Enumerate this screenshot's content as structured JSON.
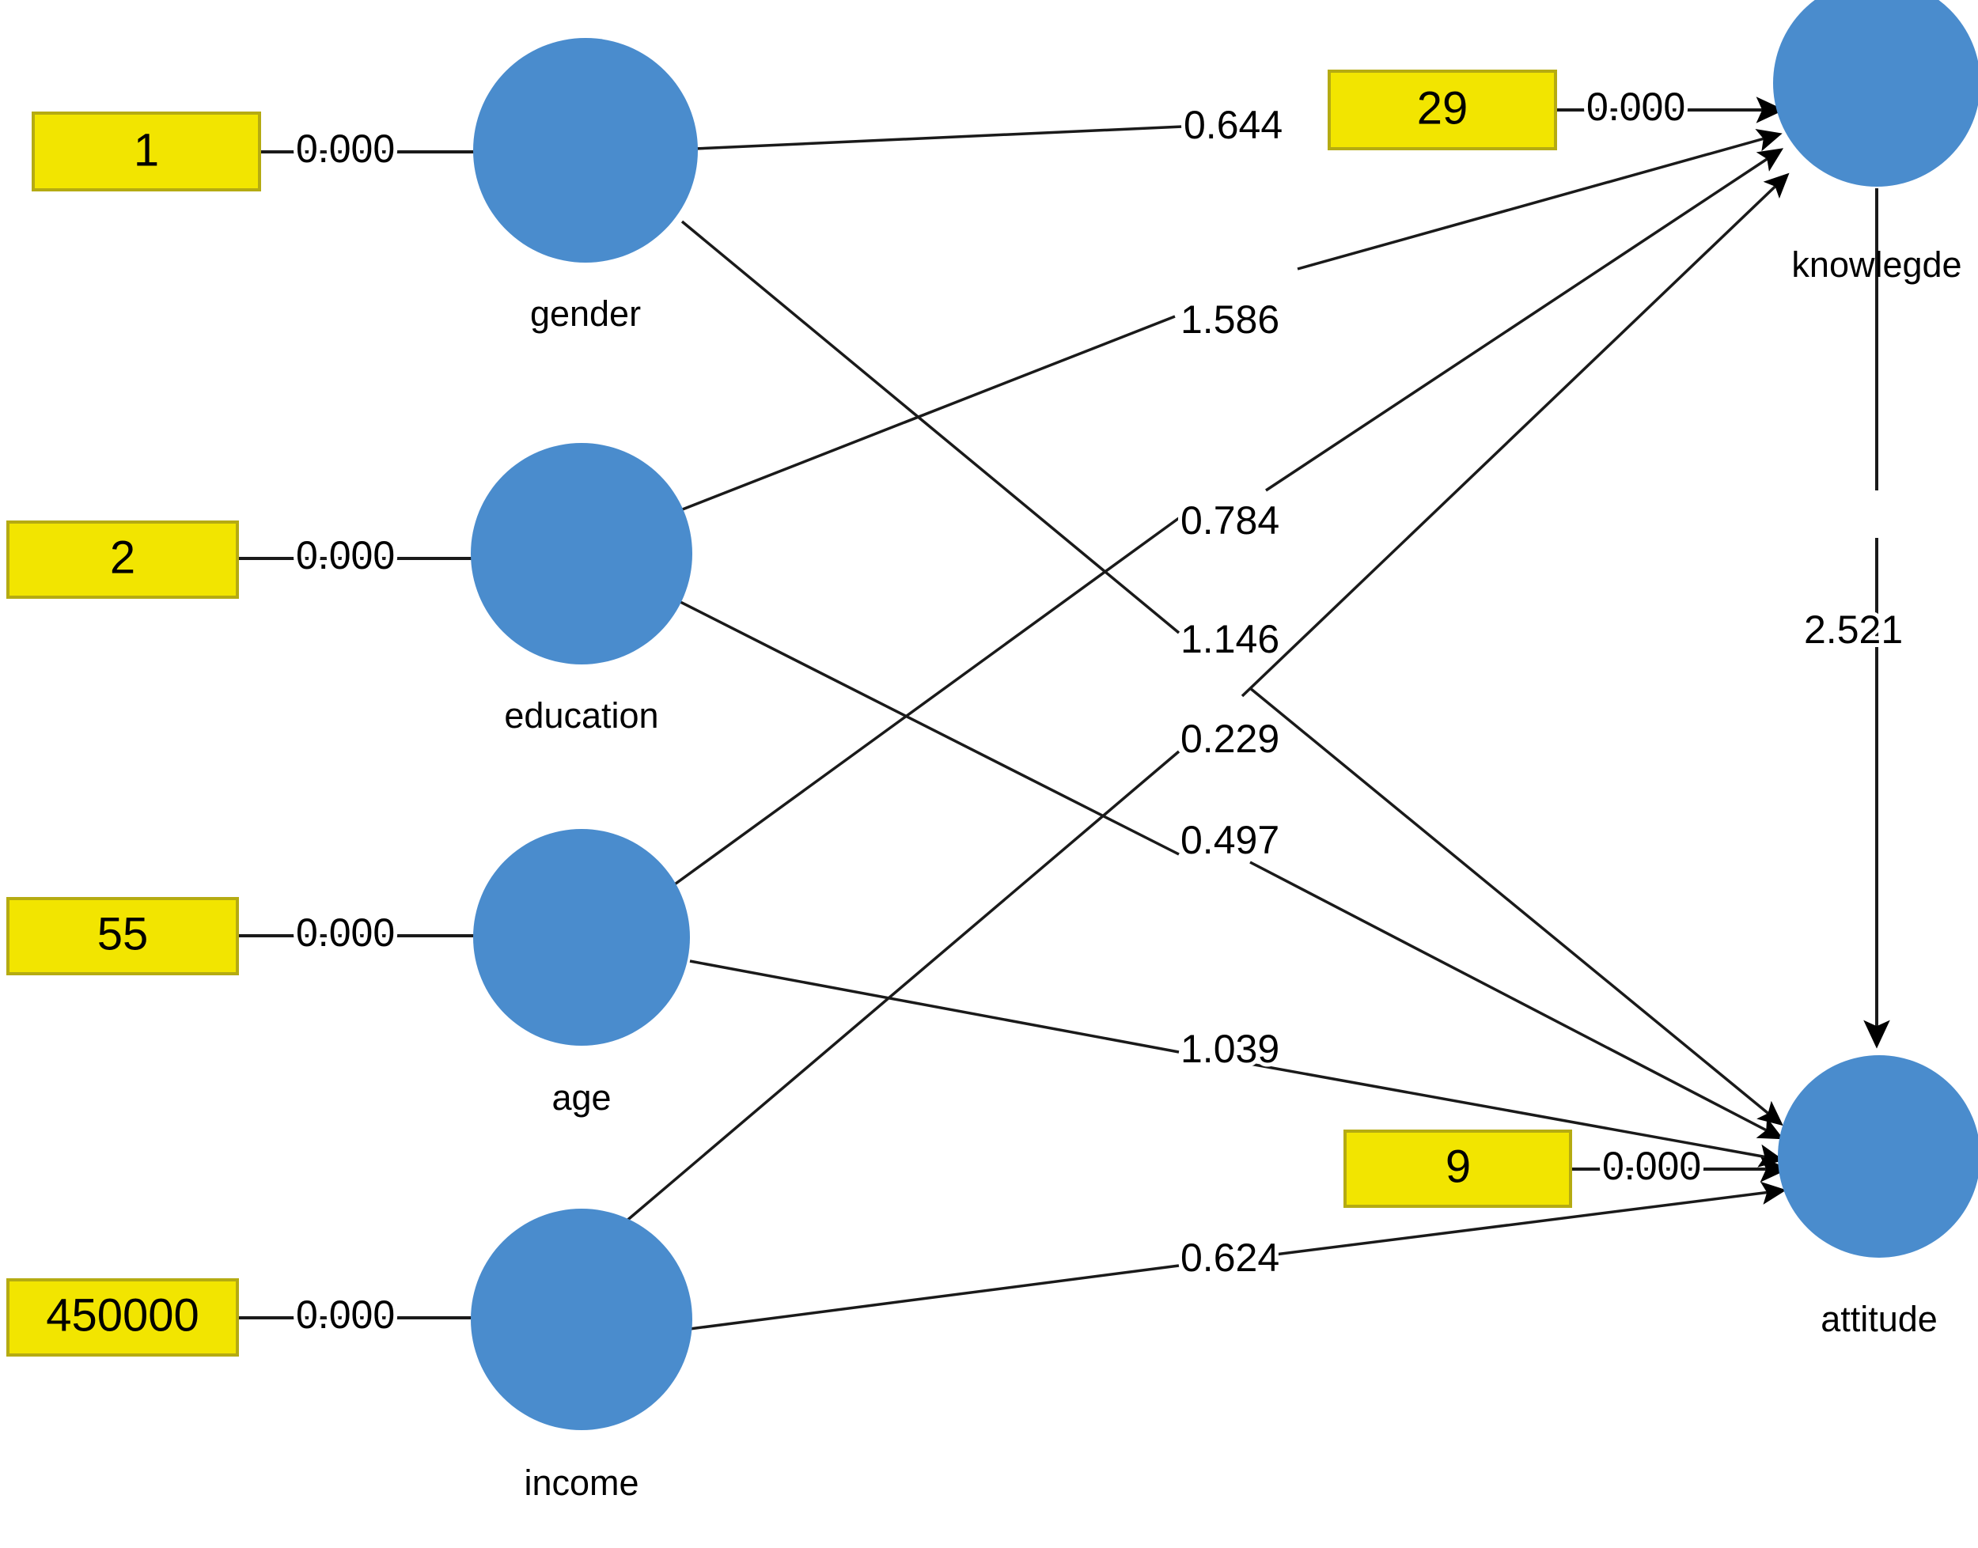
{
  "diagram": {
    "type": "path-diagram",
    "title": "",
    "background_color": "#ffffff",
    "node_fill_color": "#4a8ccd",
    "box_fill_color": "#f2e500",
    "box_border_color": "#b5ab12",
    "edge_color": "#1a1a1a",
    "latent_nodes": [
      {
        "id": "gender",
        "label": "gender"
      },
      {
        "id": "education",
        "label": "education"
      },
      {
        "id": "age",
        "label": "age"
      },
      {
        "id": "income",
        "label": "income"
      },
      {
        "id": "knowlegde",
        "label": "knowlegde"
      },
      {
        "id": "attitude",
        "label": "attitude"
      }
    ],
    "value_boxes": [
      {
        "id": "box-gender",
        "value": "1"
      },
      {
        "id": "box-education",
        "value": "2"
      },
      {
        "id": "box-age",
        "value": "55"
      },
      {
        "id": "box-income",
        "value": "450000"
      },
      {
        "id": "box-knowlegde",
        "value": "29"
      },
      {
        "id": "box-attitude",
        "value": "9"
      }
    ],
    "box_edge_values": [
      {
        "id": "box-edge-gender",
        "value": "0.000"
      },
      {
        "id": "box-edge-education",
        "value": "0.000"
      },
      {
        "id": "box-edge-age",
        "value": "0.000"
      },
      {
        "id": "box-edge-income",
        "value": "0.000"
      },
      {
        "id": "box-edge-knowlegde",
        "value": "0.000"
      },
      {
        "id": "box-edge-attitude",
        "value": "0.000"
      }
    ],
    "path_edges": [
      {
        "id": "gender-knowlegde",
        "from": "gender",
        "to": "knowlegde",
        "value": "0.644"
      },
      {
        "id": "education-knowlegde",
        "from": "education",
        "to": "knowlegde",
        "value": "1.586"
      },
      {
        "id": "age-knowlegde",
        "from": "age",
        "to": "knowlegde",
        "value": "0.784"
      },
      {
        "id": "gender-attitude",
        "from": "gender",
        "to": "attitude",
        "value": "1.146"
      },
      {
        "id": "income-knowlegde",
        "from": "income",
        "to": "knowlegde",
        "value": "0.229"
      },
      {
        "id": "education-attitude",
        "from": "education",
        "to": "attitude",
        "value": "0.497"
      },
      {
        "id": "age-attitude",
        "from": "age",
        "to": "attitude",
        "value": "1.039"
      },
      {
        "id": "income-attitude",
        "from": "income",
        "to": "attitude",
        "value": "0.624"
      },
      {
        "id": "knowlegde-attitude",
        "from": "knowlegde",
        "to": "attitude",
        "value": "2.521"
      }
    ]
  }
}
